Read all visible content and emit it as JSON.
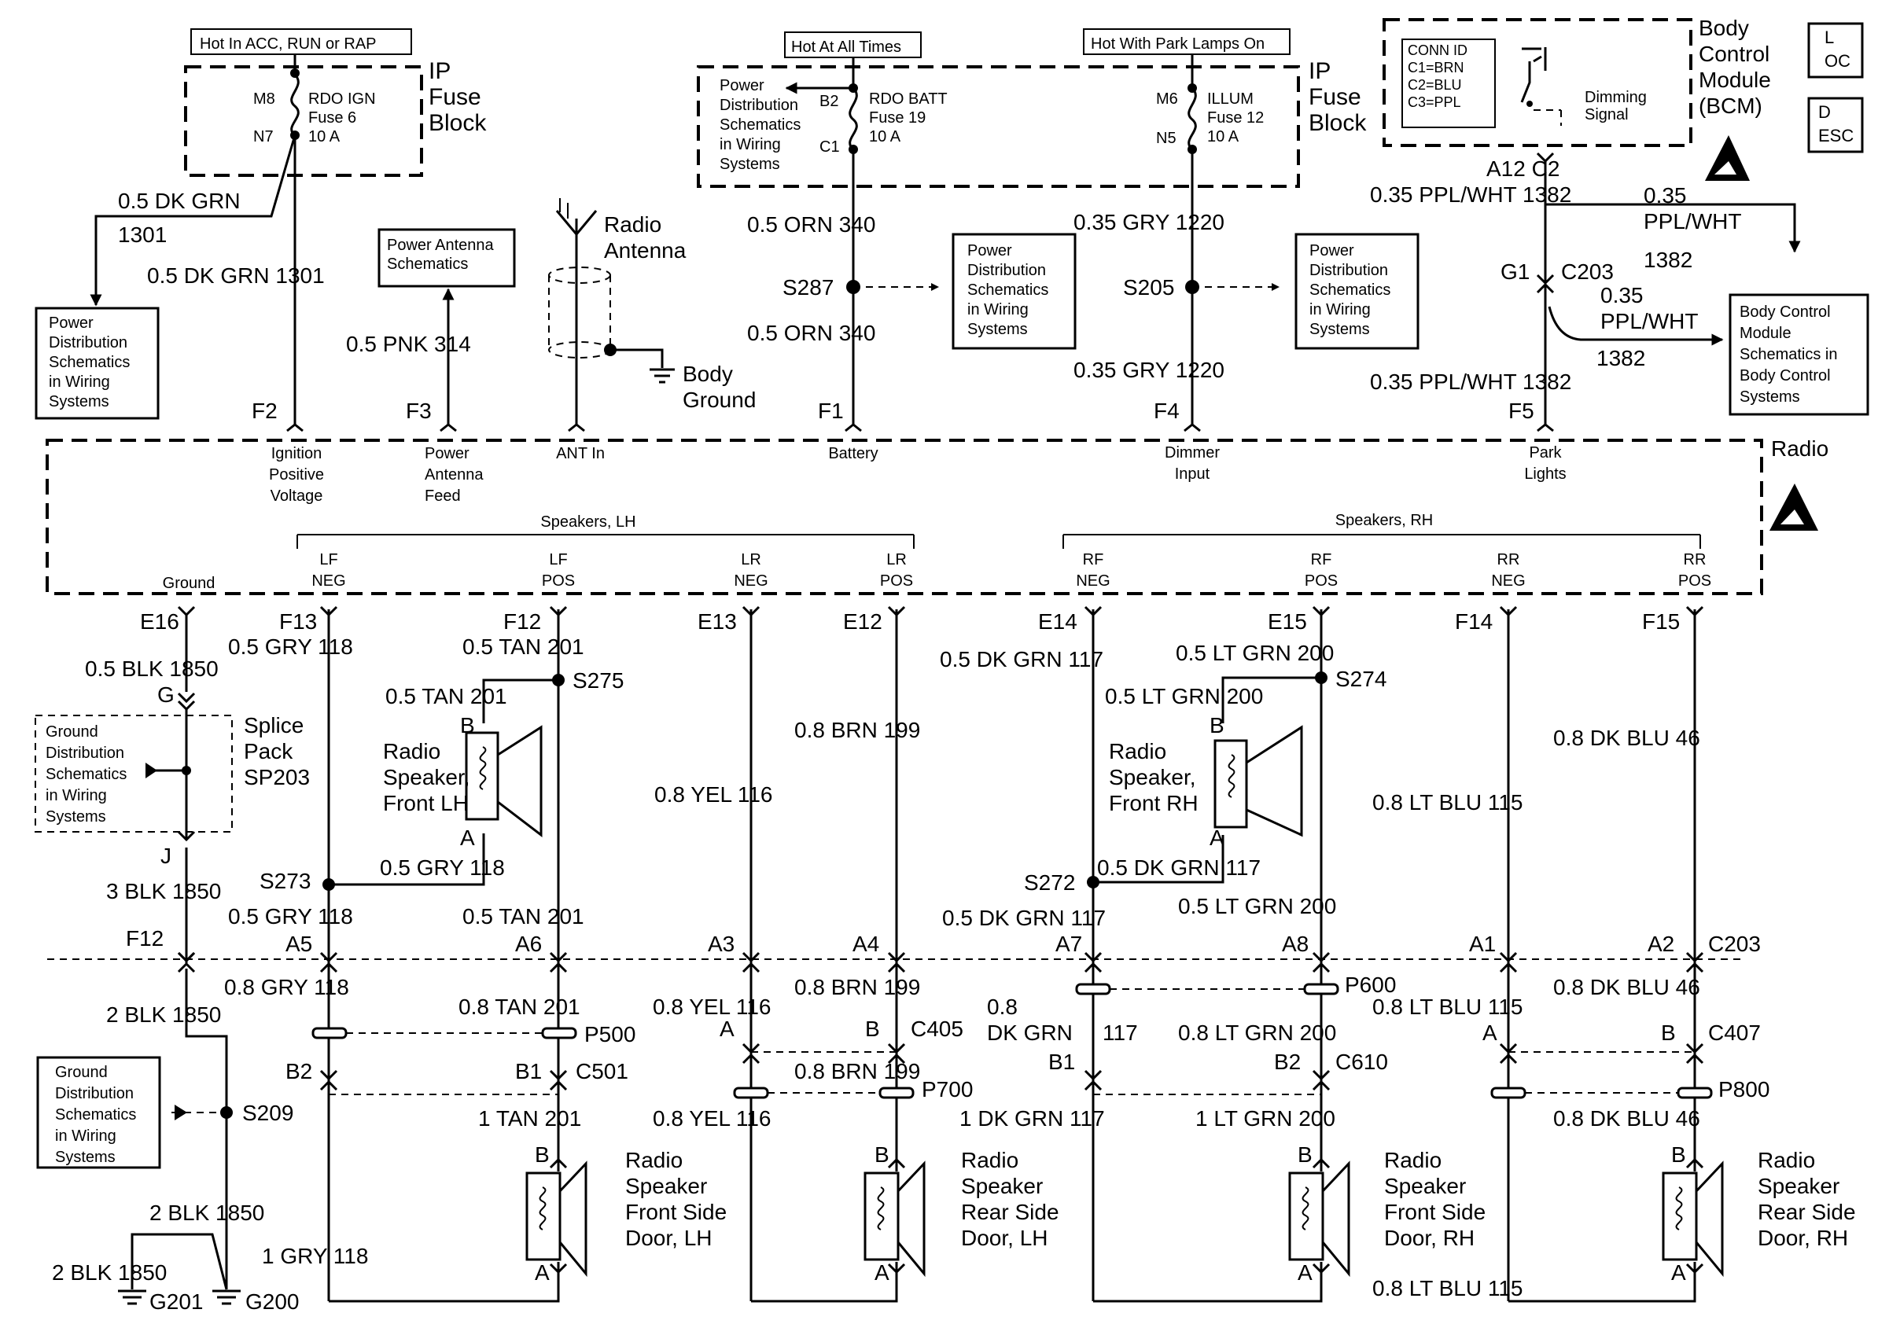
{
  "colors": {
    "ink": "#000000",
    "paper": "#ffffff"
  },
  "icons": [
    "fuse-icon",
    "ground-icon",
    "antenna-icon",
    "speaker-icon",
    "connector-icon",
    "esd-warning-icon",
    "switch-icon",
    "arrow-icon",
    "terminal-block-icon"
  ],
  "texts": [
    [
      "hot-acc-run-rap",
      "Hot In ACC, RUN or RAP"
    ],
    [
      "hot-at-all-times",
      "Hot At All Times"
    ],
    [
      "hot-with-park-lamps",
      "Hot With Park Lamps On"
    ],
    [
      "ip-fuse-block-left",
      "IP\nFuse\nBlock"
    ],
    [
      "ip-fuse-block-right",
      "IP\nFuse\nBlock"
    ],
    [
      "rdo-ign-fuse",
      "RDO IGN\nFuse 6\n10 A"
    ],
    [
      "rdo-batt-fuse",
      "RDO BATT\nFuse 19\n10 A"
    ],
    [
      "illum-fuse",
      "ILLUM\nFuse 12\n10 A"
    ],
    [
      "pin-m8",
      "M8"
    ],
    [
      "pin-n7",
      "N7"
    ],
    [
      "pin-b2-top",
      "B2"
    ],
    [
      "pin-c1",
      "C1"
    ],
    [
      "pin-m6",
      "M6"
    ],
    [
      "pin-n5",
      "N5"
    ],
    [
      "pd-ref-top",
      "Power\nDistribution\nSchematics\nin Wiring\nSystems"
    ],
    [
      "conn-id-list",
      "CONN ID\nC1=BRN\nC2=BLU\nC3=PPL"
    ],
    [
      "dimming-signal",
      "Dimming\nSignal"
    ],
    [
      "bcm-label",
      "Body\nControl\nModule\n(BCM)"
    ],
    [
      "loc-label",
      "L\nOC"
    ],
    [
      "desc-label",
      "D\nESC"
    ],
    [
      "a12-c2",
      "A12  C2"
    ],
    [
      "wire-1382-top",
      "0.35 PPL/WHT  1382"
    ],
    [
      "wire-1382-right",
      "0.35\nPPL/WHT"
    ],
    [
      "circuit-1382-right",
      "1382"
    ],
    [
      "g1",
      "G1"
    ],
    [
      "c203-top",
      "C203"
    ],
    [
      "wire-1382-arrow",
      "0.35\nPPL/WHT"
    ],
    [
      "circuit-1382-arrow",
      "1382"
    ],
    [
      "wire-1382-bottom",
      "0.35 PPL/WHT  1382"
    ],
    [
      "bcm-schematics-ref",
      "Body Control\nModule\nSchematics in\nBody Control\nSystems"
    ],
    [
      "wire-1301-a",
      "0.5 DK GRN"
    ],
    [
      "circuit-1301-a",
      "1301"
    ],
    [
      "wire-1301-b",
      "0.5 DK GRN   1301"
    ],
    [
      "pd-ref-left",
      "Power\nDistribution\nSchematics\nin Wiring\nSystems"
    ],
    [
      "power-antenna-schematics",
      "Power Antenna\nSchematics"
    ],
    [
      "wire-314",
      "0.5 PNK   314"
    ],
    [
      "radio-antenna",
      "Radio\nAntenna"
    ],
    [
      "body-ground",
      "Body\nGround"
    ],
    [
      "wire-340-top",
      "0.5 ORN   340"
    ],
    [
      "s287",
      "S287"
    ],
    [
      "wire-340-bottom",
      "0.5 ORN   340"
    ],
    [
      "pd-ref-mid",
      "Power\nDistribution\nSchematics\nin Wiring\nSystems"
    ],
    [
      "wire-1220-top",
      "0.35 GRY   1220"
    ],
    [
      "s205",
      "S205"
    ],
    [
      "wire-1220-bottom",
      "0.35 GRY   1220"
    ],
    [
      "pd-ref-right",
      "Power\nDistribution\nSchematics\nin Wiring\nSystems"
    ],
    [
      "pin-f2",
      "F2"
    ],
    [
      "pin-f3",
      "F3"
    ],
    [
      "pin-f1",
      "F1"
    ],
    [
      "pin-f4",
      "F4"
    ],
    [
      "pin-f5",
      "F5"
    ],
    [
      "ignition-positive-voltage",
      "Ignition\nPositive\nVoltage"
    ],
    [
      "power-antenna-feed",
      "Power\nAntenna\nFeed"
    ],
    [
      "ant-in",
      "ANT In"
    ],
    [
      "battery",
      "Battery"
    ],
    [
      "dimmer-input",
      "Dimmer\nInput"
    ],
    [
      "park-lights",
      "Park\nLights"
    ],
    [
      "radio-label",
      "Radio"
    ],
    [
      "speakers-lh",
      "Speakers, LH"
    ],
    [
      "speakers-rh",
      "Speakers, RH"
    ],
    [
      "ground-terminal",
      "Ground"
    ],
    [
      "lf-neg",
      "LF\nNEG"
    ],
    [
      "lf-pos",
      "LF\nPOS"
    ],
    [
      "lr-neg",
      "LR\nNEG"
    ],
    [
      "lr-pos",
      "LR\nPOS"
    ],
    [
      "rf-neg",
      "RF\nNEG"
    ],
    [
      "rf-pos",
      "RF\nPOS"
    ],
    [
      "rr-neg",
      "RR\nNEG"
    ],
    [
      "rr-pos",
      "RR\nPOS"
    ],
    [
      "pin-e16",
      "E16"
    ],
    [
      "pin-f13",
      "F13"
    ],
    [
      "pin-f12-top",
      "F12"
    ],
    [
      "pin-e13",
      "E13"
    ],
    [
      "pin-e12",
      "E12"
    ],
    [
      "pin-e14",
      "E14"
    ],
    [
      "pin-e15",
      "E15"
    ],
    [
      "pin-f14",
      "F14"
    ],
    [
      "pin-f15",
      "F15"
    ],
    [
      "wire-1850-a",
      "0.5 BLK   1850"
    ],
    [
      "pin-g",
      "G"
    ],
    [
      "splice-pack",
      "Splice\nPack\nSP203"
    ],
    [
      "gd-ref-top",
      "Ground\nDistribution\nSchematics\nin Wiring\nSystems"
    ],
    [
      "pin-j",
      "J"
    ],
    [
      "wire-1850-b",
      "3 BLK   1850"
    ],
    [
      "pin-f12-bottom",
      "F12"
    ],
    [
      "wire-1850-c",
      "2 BLK   1850"
    ],
    [
      "gd-ref-bottom",
      "Ground\nDistribution\nSchematics\nin Wiring\nSystems"
    ],
    [
      "s209",
      "S209"
    ],
    [
      "wire-1850-d",
      "2 BLK   1850"
    ],
    [
      "wire-1850-e",
      "2 BLK   1850"
    ],
    [
      "g201",
      "G201"
    ],
    [
      "g200",
      "G200"
    ],
    [
      "wire-118-a",
      "0.5 GRY   118"
    ],
    [
      "wire-201-a",
      "0.5 TAN   201"
    ],
    [
      "s275",
      "S275"
    ],
    [
      "wire-201-b",
      "0.5 TAN   201"
    ],
    [
      "pin-b-lf",
      "B"
    ],
    [
      "radio-speaker-front-lh",
      "Radio\nSpeaker,\nFront LH"
    ],
    [
      "pin-a-lf",
      "A"
    ],
    [
      "wire-118-b",
      "0.5 GRY   118"
    ],
    [
      "s273",
      "S273"
    ],
    [
      "wire-118-c",
      "0.5 GRY   118"
    ],
    [
      "wire-201-c",
      "0.5 TAN   201"
    ],
    [
      "pin-a5",
      "A5"
    ],
    [
      "pin-a6",
      "A6"
    ],
    [
      "pin-a3",
      "A3"
    ],
    [
      "pin-a4",
      "A4"
    ],
    [
      "pin-a7",
      "A7"
    ],
    [
      "pin-a8",
      "A8"
    ],
    [
      "pin-a1",
      "A1"
    ],
    [
      "pin-a2",
      "A2"
    ],
    [
      "c203-bottom",
      "C203"
    ],
    [
      "wire-118-d",
      "0.8 GRY   118"
    ],
    [
      "wire-201-d",
      "0.8 TAN   201"
    ],
    [
      "p500",
      "P500"
    ],
    [
      "pin-b2-c501",
      "B2"
    ],
    [
      "pin-b1-c501",
      "B1"
    ],
    [
      "c501",
      "C501"
    ],
    [
      "wire-201-e",
      "1 TAN   201"
    ],
    [
      "pin-b-lfd",
      "B"
    ],
    [
      "radio-speaker-front-side-door-lh",
      "Radio\nSpeaker\nFront Side\nDoor, LH"
    ],
    [
      "pin-a-lfd",
      "A"
    ],
    [
      "wire-118-e",
      "1 GRY   118"
    ],
    [
      "wire-199-a",
      "0.8 BRN   199"
    ],
    [
      "wire-116-a",
      "0.8 YEL   116"
    ],
    [
      "wire-199-b",
      "0.8 BRN   199"
    ],
    [
      "wire-116-b",
      "0.8 YEL   116"
    ],
    [
      "pin-a-c405",
      "A"
    ],
    [
      "pin-b-c405",
      "B"
    ],
    [
      "c405",
      "C405"
    ],
    [
      "wire-199-c",
      "0.8 BRN   199"
    ],
    [
      "p700",
      "P700"
    ],
    [
      "wire-116-c",
      "0.8 YEL   116"
    ],
    [
      "pin-b-lrd",
      "B"
    ],
    [
      "radio-speaker-rear-side-door-lh",
      "Radio\nSpeaker\nRear Side\nDoor, LH"
    ],
    [
      "pin-a-lrd",
      "A"
    ],
    [
      "wire-117-a",
      "0.5 DK GRN   117"
    ],
    [
      "wire-200-a",
      "0.5 LT GRN   200"
    ],
    [
      "s274",
      "S274"
    ],
    [
      "wire-200-b",
      "0.5 LT GRN   200"
    ],
    [
      "pin-b-rf",
      "B"
    ],
    [
      "radio-speaker-front-rh",
      "Radio\nSpeaker,\nFront RH"
    ],
    [
      "pin-a-rf",
      "A"
    ],
    [
      "wire-117-b",
      "0.5 DK GRN   117"
    ],
    [
      "s272",
      "S272"
    ],
    [
      "wire-200-c",
      "0.5 LT GRN   200"
    ],
    [
      "wire-117-c",
      "0.5 DK GRN   117"
    ],
    [
      "p600",
      "P600"
    ],
    [
      "wire-117-d",
      "0.8\nDK GRN"
    ],
    [
      "circuit-117-d",
      "117"
    ],
    [
      "wire-200-d",
      "0.8 LT GRN   200"
    ],
    [
      "pin-b1-c610",
      "B1"
    ],
    [
      "pin-b2-c610",
      "B2"
    ],
    [
      "c610",
      "C610"
    ],
    [
      "wire-117-e",
      "1 DK GRN   117"
    ],
    [
      "wire-200-e",
      "1 LT GRN   200"
    ],
    [
      "pin-b-rfd",
      "B"
    ],
    [
      "radio-speaker-front-side-door-rh",
      "Radio\nSpeaker\nFront Side\nDoor, RH"
    ],
    [
      "pin-a-rfd",
      "A"
    ],
    [
      "wire-46-a",
      "0.8 DK BLU   46"
    ],
    [
      "wire-115-a",
      "0.8 LT BLU   115"
    ],
    [
      "wire-46-b",
      "0.8 DK BLU   46"
    ],
    [
      "wire-115-b",
      "0.8 LT BLU   115"
    ],
    [
      "pin-a-c407",
      "A"
    ],
    [
      "pin-b-c407",
      "B"
    ],
    [
      "c407",
      "C407"
    ],
    [
      "p800",
      "P800"
    ],
    [
      "wire-46-c",
      "0.8 DK BLU   46"
    ],
    [
      "pin-b-rrd",
      "B"
    ],
    [
      "radio-speaker-rear-side-door-rh",
      "Radio\nSpeaker\nRear Side\nDoor, RH"
    ],
    [
      "pin-a-rrd",
      "A"
    ],
    [
      "wire-115-c",
      "0.8 LT BLU   115"
    ]
  ]
}
